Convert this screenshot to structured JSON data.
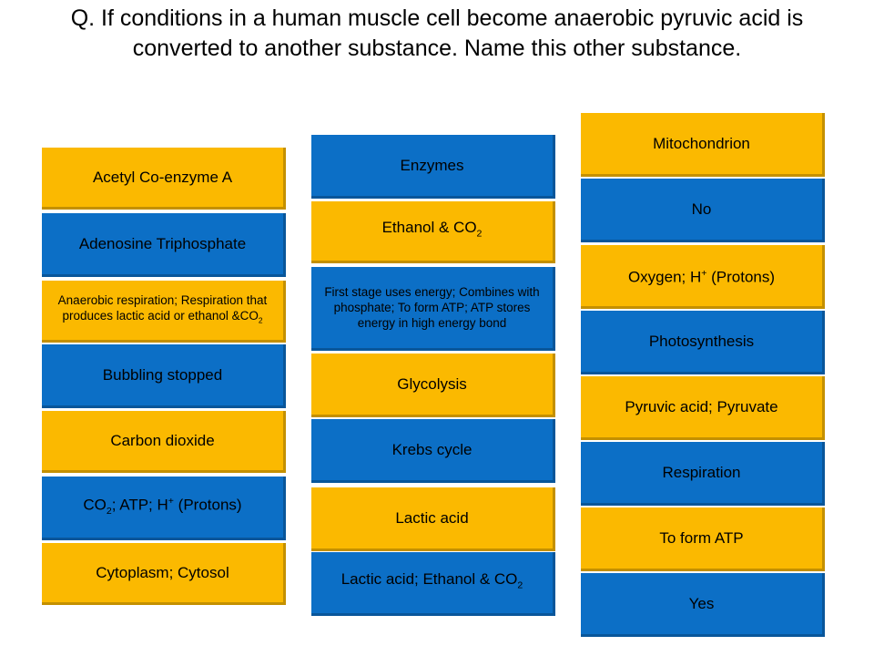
{
  "question": "Q. If conditions in a human muscle cell become anaerobic pyruvic acid is converted to another substance. Name this other substance.",
  "colors": {
    "yellow": "#fbb900",
    "blue": "#0c6fc6"
  },
  "answers": {
    "column1": [
      {
        "parts": [
          [
            "t",
            "Acetyl Co-enzyme A"
          ]
        ],
        "color": "yellow"
      },
      {
        "parts": [
          [
            "t",
            "Adenosine Triphosphate"
          ]
        ],
        "color": "blue"
      },
      {
        "parts": [
          [
            "t",
            "Anaerobic respiration; Respiration that produces lactic acid or ethanol &CO"
          ],
          [
            "sub",
            "2"
          ]
        ],
        "color": "yellow",
        "small": true
      },
      {
        "parts": [
          [
            "t",
            "Bubbling stopped"
          ]
        ],
        "color": "blue"
      },
      {
        "parts": [
          [
            "t",
            "Carbon dioxide"
          ]
        ],
        "color": "yellow"
      },
      {
        "parts": [
          [
            "t",
            "CO"
          ],
          [
            "sub",
            "2"
          ],
          [
            "t",
            "; ATP; H"
          ],
          [
            "sup",
            "+"
          ],
          [
            "t",
            " (Protons)"
          ]
        ],
        "color": "blue"
      },
      {
        "parts": [
          [
            "t",
            "Cytoplasm; Cytosol"
          ]
        ],
        "color": "yellow"
      }
    ],
    "column2": [
      {
        "parts": [
          [
            "t",
            "Enzymes"
          ]
        ],
        "color": "blue"
      },
      {
        "parts": [
          [
            "t",
            "Ethanol & CO"
          ],
          [
            "sub",
            "2"
          ]
        ],
        "color": "yellow"
      },
      {
        "parts": [
          [
            "t",
            "First stage uses energy; Combines with phosphate; To form ATP; ATP stores energy in high energy bond"
          ]
        ],
        "color": "blue",
        "small": true
      },
      {
        "parts": [
          [
            "t",
            "Glycolysis"
          ]
        ],
        "color": "yellow"
      },
      {
        "parts": [
          [
            "t",
            "Krebs cycle"
          ]
        ],
        "color": "blue"
      },
      {
        "parts": [
          [
            "t",
            "Lactic acid"
          ]
        ],
        "color": "yellow"
      },
      {
        "parts": [
          [
            "t",
            "Lactic acid; Ethanol & CO"
          ],
          [
            "sub",
            "2"
          ]
        ],
        "color": "blue"
      }
    ],
    "column3": [
      {
        "parts": [
          [
            "t",
            "Mitochondrion"
          ]
        ],
        "color": "yellow"
      },
      {
        "parts": [
          [
            "t",
            "No"
          ]
        ],
        "color": "blue"
      },
      {
        "parts": [
          [
            "t",
            "Oxygen; H"
          ],
          [
            "sup",
            "+"
          ],
          [
            "t",
            " (Protons)"
          ]
        ],
        "color": "yellow"
      },
      {
        "parts": [
          [
            "t",
            "Photosynthesis"
          ]
        ],
        "color": "blue"
      },
      {
        "parts": [
          [
            "t",
            "Pyruvic acid; Pyruvate"
          ]
        ],
        "color": "yellow"
      },
      {
        "parts": [
          [
            "t",
            "Respiration"
          ]
        ],
        "color": "blue"
      },
      {
        "parts": [
          [
            "t",
            "To form ATP"
          ]
        ],
        "color": "yellow"
      },
      {
        "parts": [
          [
            "t",
            "Yes"
          ]
        ],
        "color": "blue"
      }
    ]
  }
}
